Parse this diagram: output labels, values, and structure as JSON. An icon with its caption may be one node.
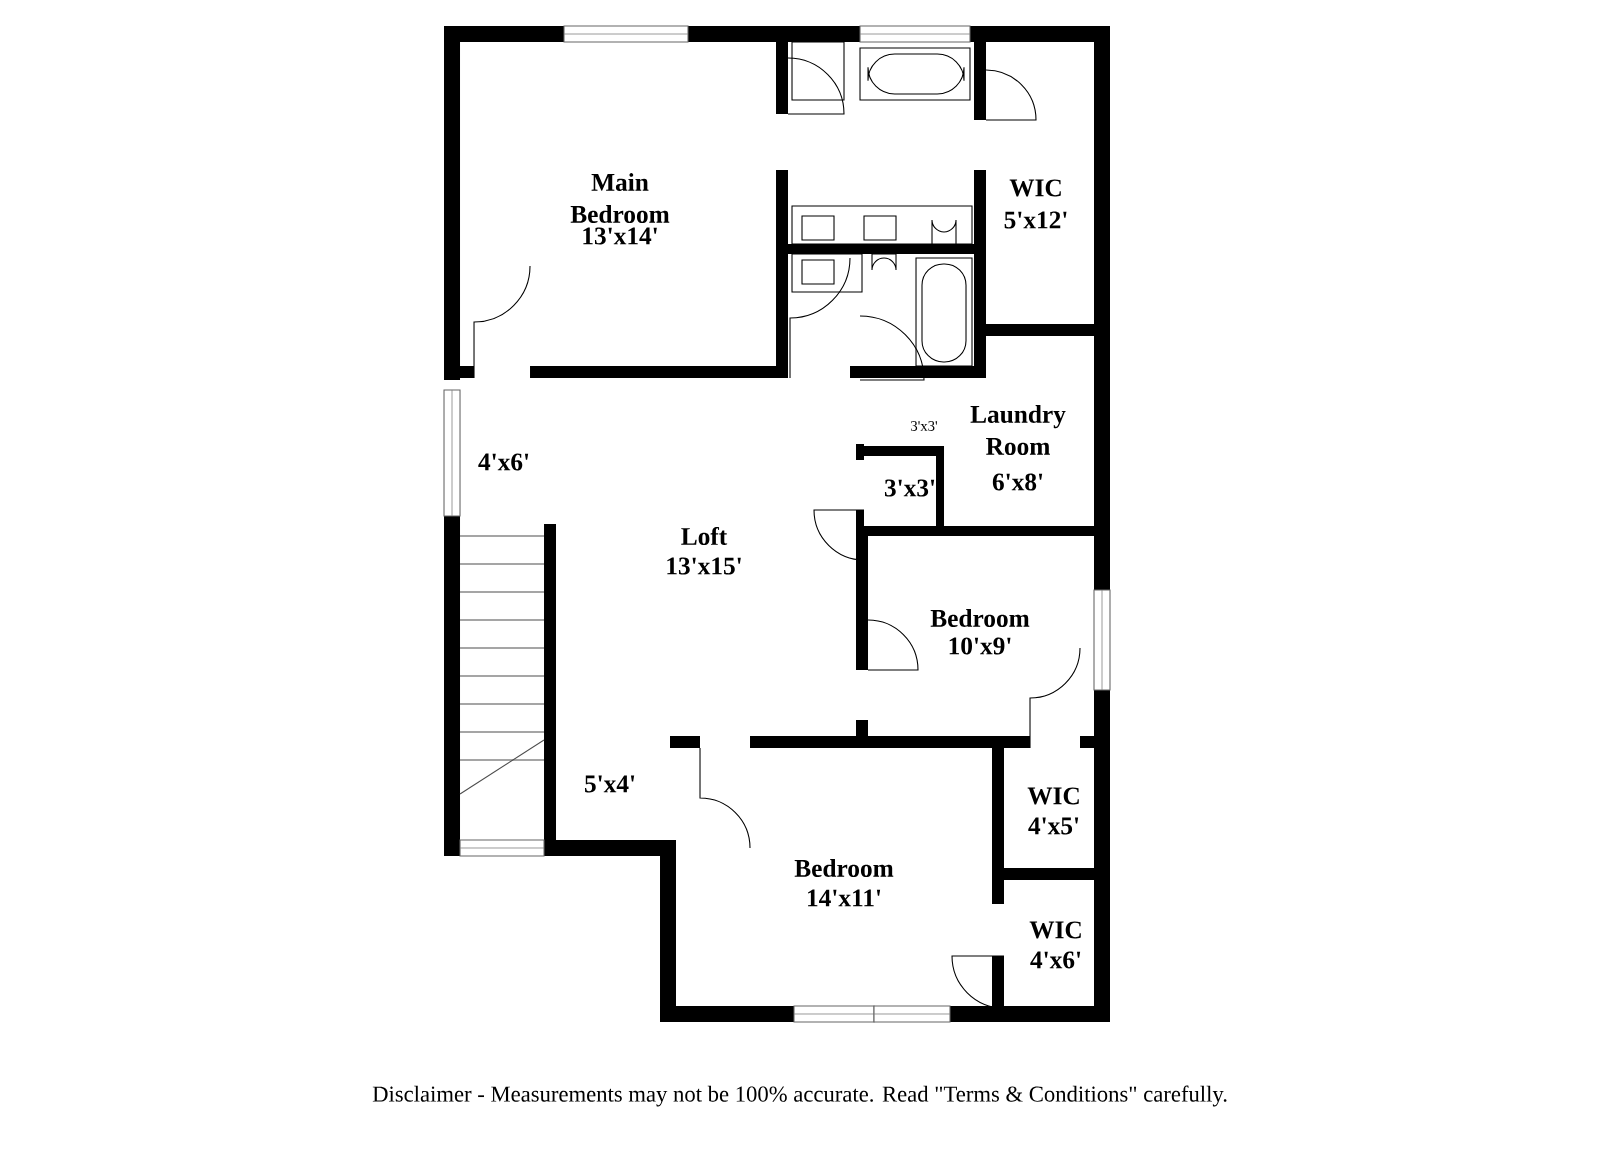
{
  "diagram": {
    "caption": "Disclaimer - Measurements may not be 100% accurate. Read \"Terms & Conditions\" carefully.",
    "labels": [
      "Main Bedroom",
      "13'x14'",
      "WIC",
      "5'x12'",
      "Laundry Room",
      "6'x8'",
      "3'x3'",
      "4'x6'",
      "3'x3'",
      "Loft",
      "13'x15'",
      "Bedroom",
      "10'x9'",
      "5'x4'",
      "WIC",
      "4'x5'",
      "Bedroom",
      "14'x11'",
      "WIC",
      "4'x6'"
    ]
  }
}
